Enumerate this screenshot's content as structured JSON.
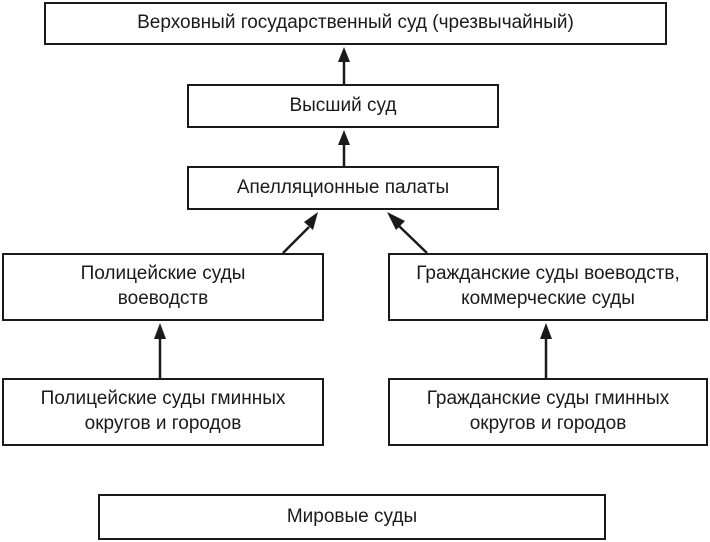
{
  "nodes": {
    "supreme_state": "Верховный государственный суд (чрезвычайный)",
    "high_court": "Высший суд",
    "appeal_chambers": "Апелляционные палаты",
    "police_voivodeship": [
      "Полицейские суды",
      "воеводств"
    ],
    "civil_voivodeship": [
      "Гражданские суды воеводств,",
      "коммерческие суды"
    ],
    "police_gmina": [
      "Полицейские суды гминных",
      "округов и городов"
    ],
    "civil_gmina": [
      "Гражданские суды гминных",
      "округов и городов"
    ],
    "peace_courts": "Мировые суды"
  },
  "edges": [
    {
      "from": "high_court",
      "to": "supreme_state"
    },
    {
      "from": "appeal_chambers",
      "to": "high_court"
    },
    {
      "from": "police_voivodeship",
      "to": "appeal_chambers"
    },
    {
      "from": "civil_voivodeship",
      "to": "appeal_chambers"
    },
    {
      "from": "police_gmina",
      "to": "police_voivodeship"
    },
    {
      "from": "civil_gmina",
      "to": "civil_voivodeship"
    }
  ]
}
